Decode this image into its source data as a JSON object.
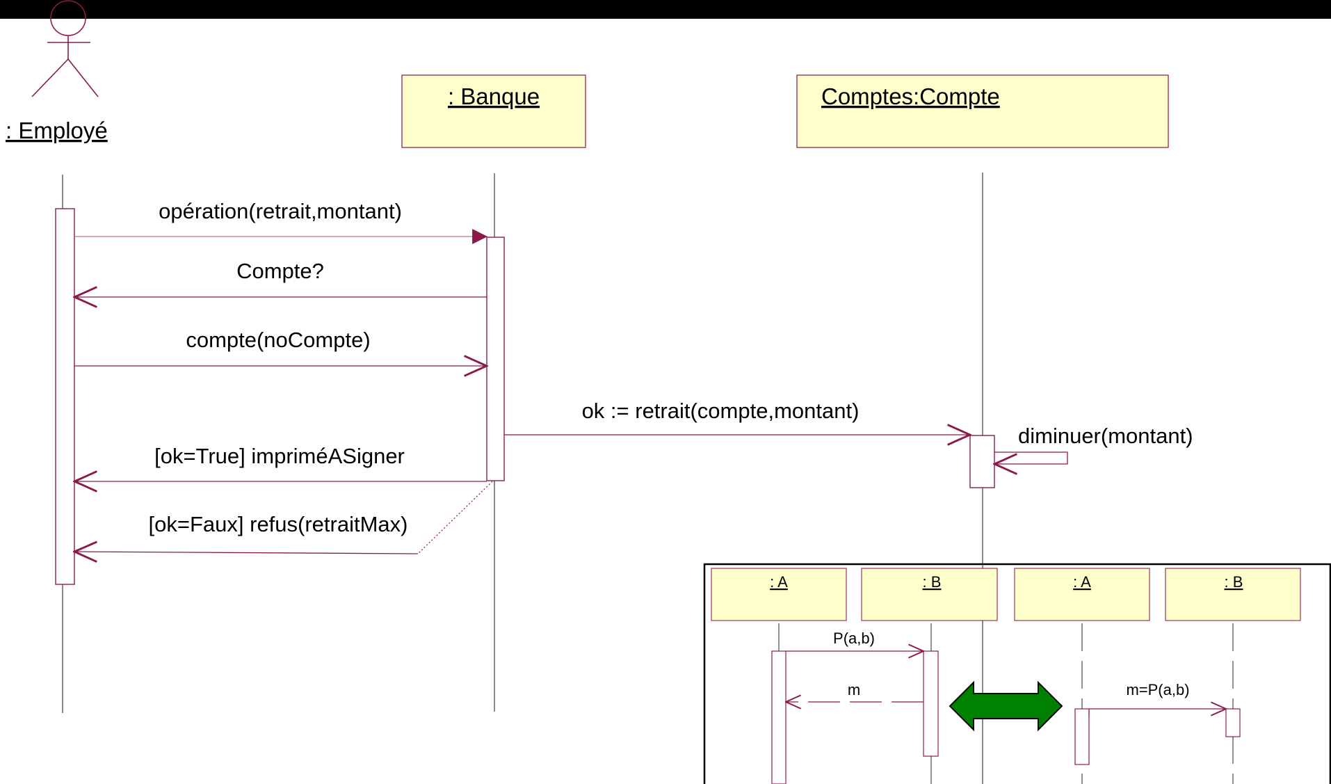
{
  "colors": {
    "line": "#8b1a4a",
    "lifeline": "#4a4a4a",
    "box_fill": "#ffffcc",
    "box_stroke": "#a0325a",
    "arrow_fill": "#008000",
    "topbar": "#000000"
  },
  "actor": {
    "name": ": Employé"
  },
  "objects": {
    "banque": ": Banque",
    "comptes": "Comptes:Compte"
  },
  "messages": {
    "operation": "opération(retrait,montant)",
    "compte_q": "Compte?",
    "compte_no": "compte(noCompte)",
    "ok_retrait": "ok := retrait(compte,montant)",
    "diminuer": "diminuer(montant)",
    "imprime": "[ok=True] impriméASigner",
    "refus": "[ok=Faux] refus(retraitMax)"
  },
  "inset": {
    "left": {
      "a": ": A",
      "b": ": B",
      "call": "P(a,b)",
      "return": "m"
    },
    "right": {
      "a": ": A",
      "b": ": B",
      "call": "m=P(a,b)"
    },
    "equivalence": "double-arrow-icon"
  }
}
